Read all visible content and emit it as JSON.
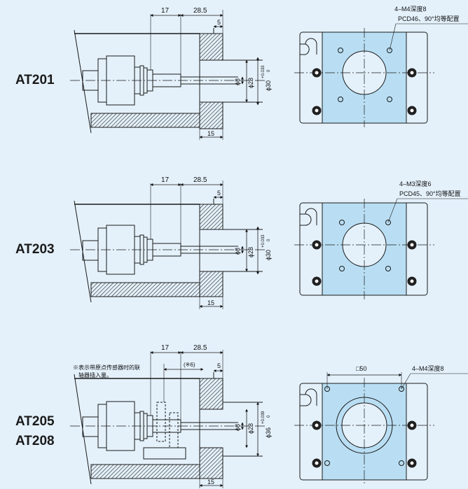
{
  "models": [
    "AT201",
    "AT203",
    "AT205",
    "AT208"
  ],
  "sections": [
    {
      "dims": {
        "d17": "17",
        "d285": "28.5",
        "d5": "5",
        "d15": "15",
        "phi8": "ϕ8",
        "phi28": "ϕ28",
        "phiBig": "ϕ30",
        "tolTop": "+0.033",
        "tolBot": "0"
      },
      "note1": "4–M4深度8",
      "note2": "PCD46、90°均等配置"
    },
    {
      "dims": {
        "d17": "17",
        "d285": "28.5",
        "d5": "5",
        "d15": "15",
        "phi8": "ϕ8",
        "phi28": "ϕ28",
        "phiBig": "ϕ30",
        "tolTop": "+0.033",
        "tolBot": "0"
      },
      "note1": "4–M3深度6",
      "note2": "PCD45、90°均等配置"
    },
    {
      "dims": {
        "d17": "17",
        "d285": "28.5",
        "d5": "5",
        "d15": "15",
        "phi8": "ϕ8",
        "phi28": "ϕ28",
        "phiBig": "ϕ36",
        "tolTop": "+0.039",
        "tolBot": "0",
        "star6": "(※6)"
      },
      "note1": "4–M4深度8",
      "square": "□50",
      "remark1": "※表示带原点传感器时的联",
      "remark2": "轴器插入量。"
    }
  ],
  "colors": {
    "background": "#e4f1fb",
    "face": "#b9def3",
    "line": "#1a1a1a"
  }
}
